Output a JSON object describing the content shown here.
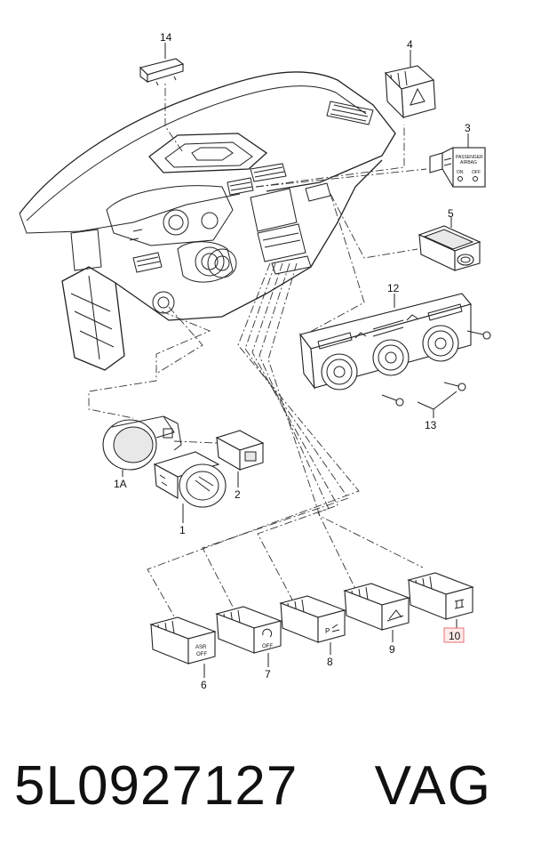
{
  "diagram": {
    "callouts": [
      {
        "id": "c14",
        "label": "14"
      },
      {
        "id": "c4",
        "label": "4"
      },
      {
        "id": "c3",
        "label": "3"
      },
      {
        "id": "c5",
        "label": "5"
      },
      {
        "id": "c12",
        "label": "12"
      },
      {
        "id": "c13",
        "label": "13"
      },
      {
        "id": "c1A",
        "label": "1A"
      },
      {
        "id": "c1",
        "label": "1"
      },
      {
        "id": "c2",
        "label": "2"
      },
      {
        "id": "c6",
        "label": "6"
      },
      {
        "id": "c7",
        "label": "7"
      },
      {
        "id": "c8",
        "label": "8"
      },
      {
        "id": "c9",
        "label": "9"
      },
      {
        "id": "c10",
        "label": "10",
        "highlighted": true
      }
    ],
    "switch_markings": {
      "passenger_airbag_line1": "PASSENGER",
      "passenger_airbag_line2": "AIRBAG",
      "on": "ON",
      "off": "OFF",
      "asr": "ASR",
      "asr_off": "OFF",
      "tpms_off": "OFF",
      "park": "P"
    },
    "highlight_color": "#e57373"
  },
  "footer": {
    "part_number": "5L0927127",
    "brand": "VAG"
  }
}
